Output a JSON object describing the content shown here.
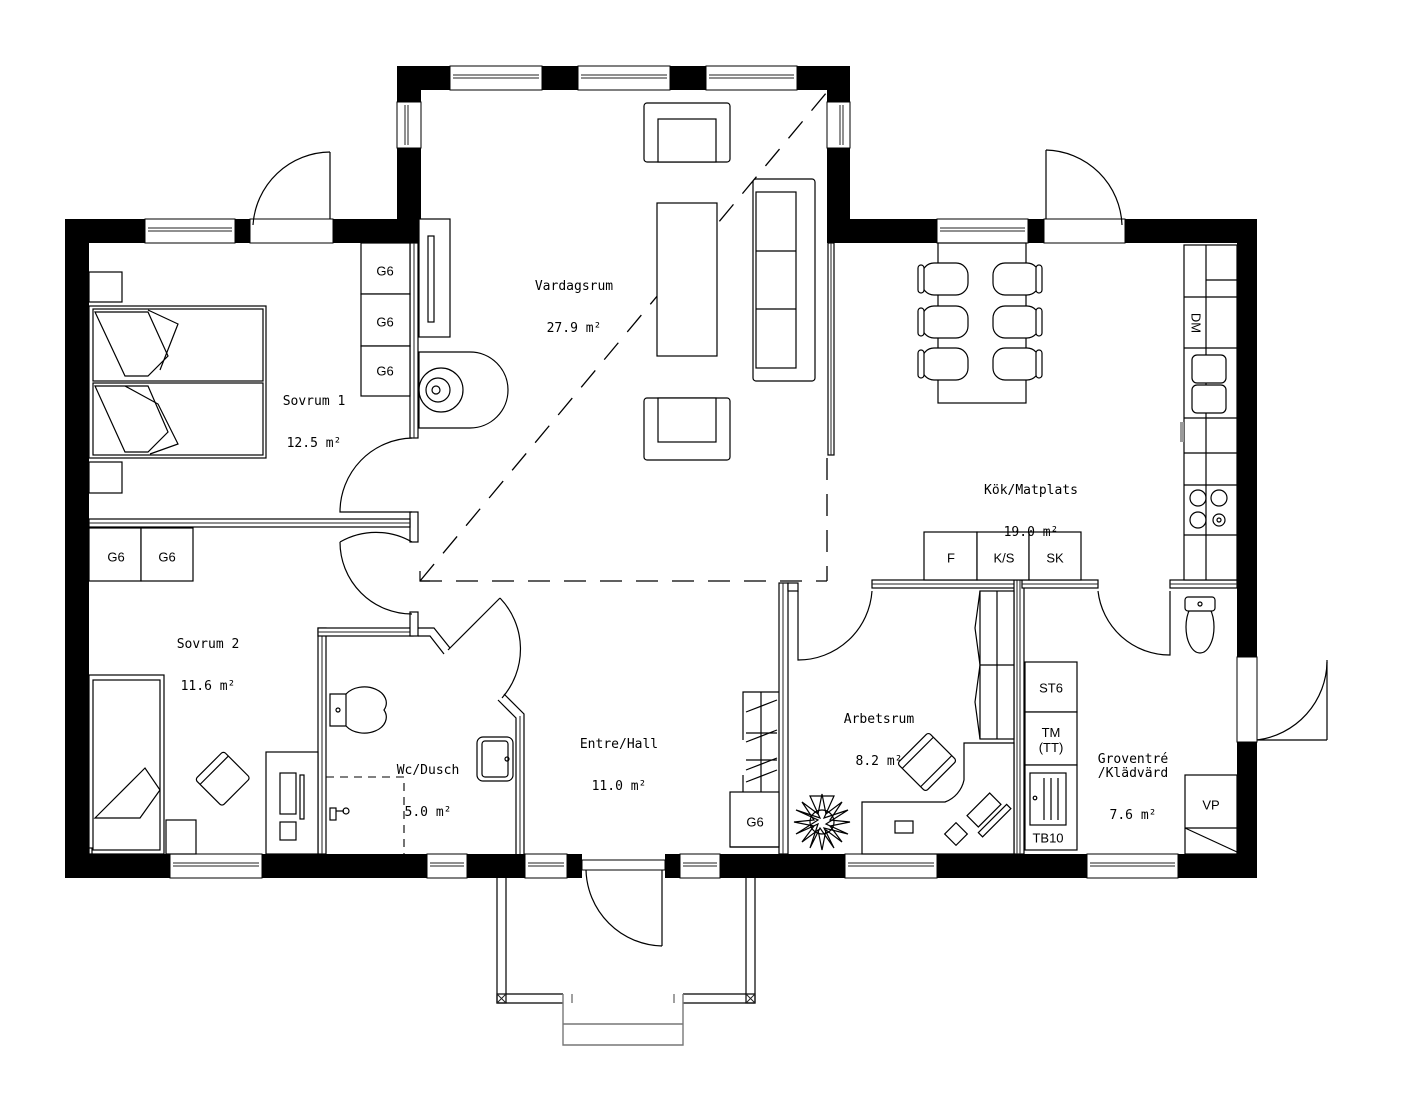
{
  "rooms": [
    {
      "id": "vardagsrum",
      "name": "Vardagsrum",
      "area": "27.9 m²"
    },
    {
      "id": "sovrum1",
      "name": "Sovrum 1",
      "area": "12.5 m²"
    },
    {
      "id": "sovrum2",
      "name": "Sovrum 2",
      "area": "11.6 m²"
    },
    {
      "id": "kok",
      "name": "Kök/Matplats",
      "area": "19.0 m²"
    },
    {
      "id": "wc",
      "name": "Wc/Dusch",
      "area": "5.0 m²"
    },
    {
      "id": "entre",
      "name": "Entre/Hall",
      "area": "11.0 m²"
    },
    {
      "id": "arbetsrum",
      "name": "Arbetsrum",
      "area": "8.2 m²"
    },
    {
      "id": "groventre",
      "name": "Groventré\n/Klädvärd",
      "area": "7.6 m²"
    }
  ],
  "fixtures": {
    "g6_sovrum1_a": "G6",
    "g6_sovrum1_b": "G6",
    "g6_sovrum1_c": "G6",
    "g6_sovrum2_a": "G6",
    "g6_sovrum2_b": "G6",
    "g6_hall": "G6",
    "fridge": "F",
    "fridge_freezer": "K/S",
    "freezer": "SK",
    "dishwasher": "DM",
    "storage": "ST6",
    "washer_dryer": "TM\n(TT)",
    "drying_cabinet": "TB10",
    "heat_pump": "VP"
  }
}
